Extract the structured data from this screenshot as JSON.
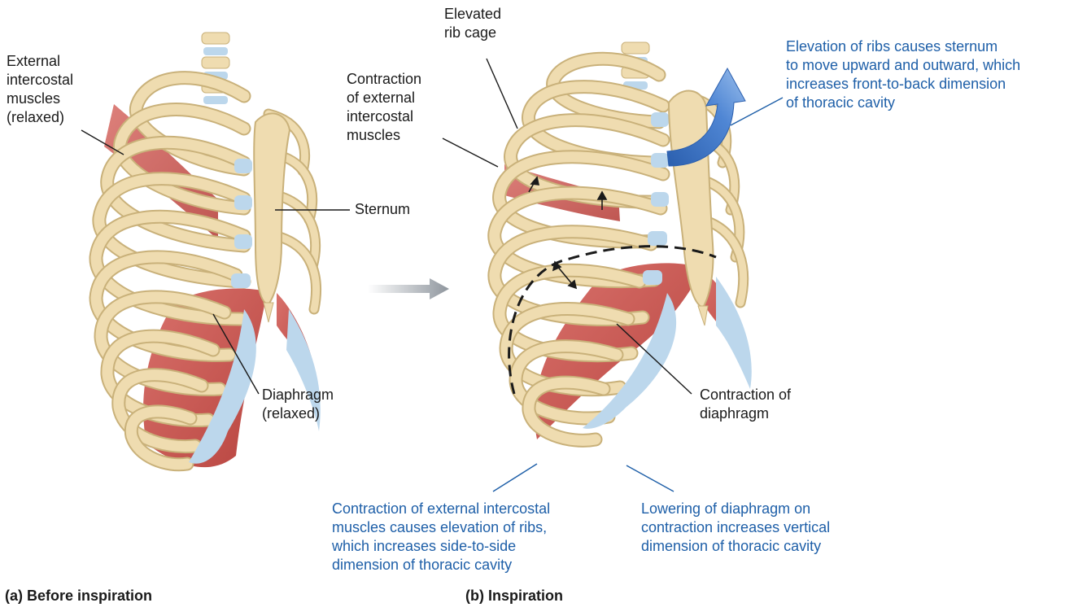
{
  "colors": {
    "bone": "#efdcb0",
    "bone_edge": "#c9b17a",
    "cartilage": "#bcd7ec",
    "muscle": "#c9534e",
    "blue_label": "#1e5fa8",
    "leader_black": "#1a1a1a",
    "leader_blue": "#1e5fa8",
    "arrow_grey": "#9aa0a8"
  },
  "panel_a": {
    "caption": "(a)  Before inspiration",
    "labels": {
      "external_intercostal": [
        "External",
        "intercostal",
        "muscles",
        "(relaxed)"
      ],
      "sternum": [
        "Sternum"
      ],
      "diaphragm": [
        "Diaphragm",
        "(relaxed)"
      ]
    }
  },
  "panel_b": {
    "caption": "(b)  Inspiration",
    "labels": {
      "elevated_rib_cage": [
        "Elevated",
        "rib cage"
      ],
      "contraction_external": [
        "Contraction",
        "of external",
        "intercostal",
        "muscles"
      ],
      "contraction_diaphragm": [
        "Contraction of",
        "diaphragm"
      ],
      "sternum_note": [
        "Elevation of ribs causes sternum",
        "to move upward and outward, which",
        "increases front-to-back dimension",
        "of thoracic cavity"
      ],
      "intercostal_note": [
        "Contraction of external intercostal",
        "muscles causes elevation of ribs,",
        "which increases side-to-side",
        "dimension of thoracic cavity"
      ],
      "diaphragm_note": [
        "Lowering of diaphragm on",
        "contraction increases vertical",
        "dimension of thoracic cavity"
      ]
    }
  }
}
